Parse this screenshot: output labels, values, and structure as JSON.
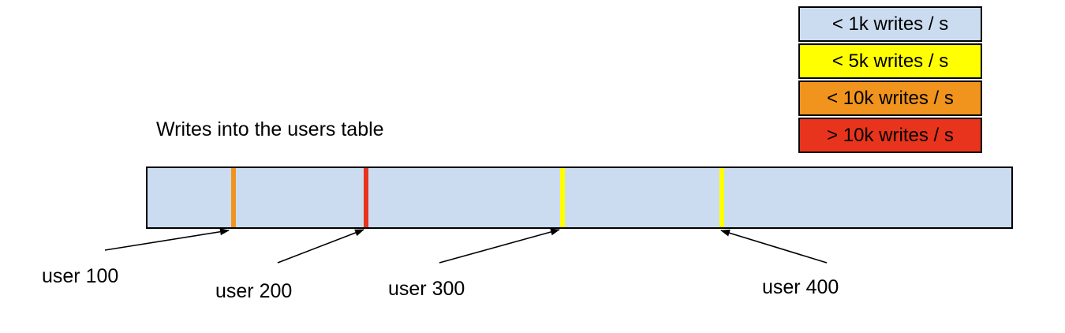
{
  "title": "Writes into the users table",
  "legend": {
    "items": [
      {
        "label": "< 1k writes / s",
        "color": "#cbdcf0"
      },
      {
        "label": "< 5k writes / s",
        "color": "#ffff00"
      },
      {
        "label": "< 10k writes / s",
        "color": "#f0941e"
      },
      {
        "label": "> 10k writes / s",
        "color": "#e8341c"
      }
    ]
  },
  "bar": {
    "fill": "#cbdcf0",
    "border_color": "#000000",
    "stripes": [
      {
        "user": "user 100",
        "rate": "< 10k writes / s",
        "color": "#f0941e"
      },
      {
        "user": "user 200",
        "rate": "> 10k writes / s",
        "color": "#e8341c"
      },
      {
        "user": "user 300",
        "rate": "< 5k writes / s",
        "color": "#ffff00"
      },
      {
        "user": "user 400",
        "rate": "< 5k writes / s",
        "color": "#ffff00"
      }
    ]
  },
  "labels": [
    {
      "text": "user 100"
    },
    {
      "text": "user 200"
    },
    {
      "text": "user 300"
    },
    {
      "text": "user 400"
    }
  ]
}
